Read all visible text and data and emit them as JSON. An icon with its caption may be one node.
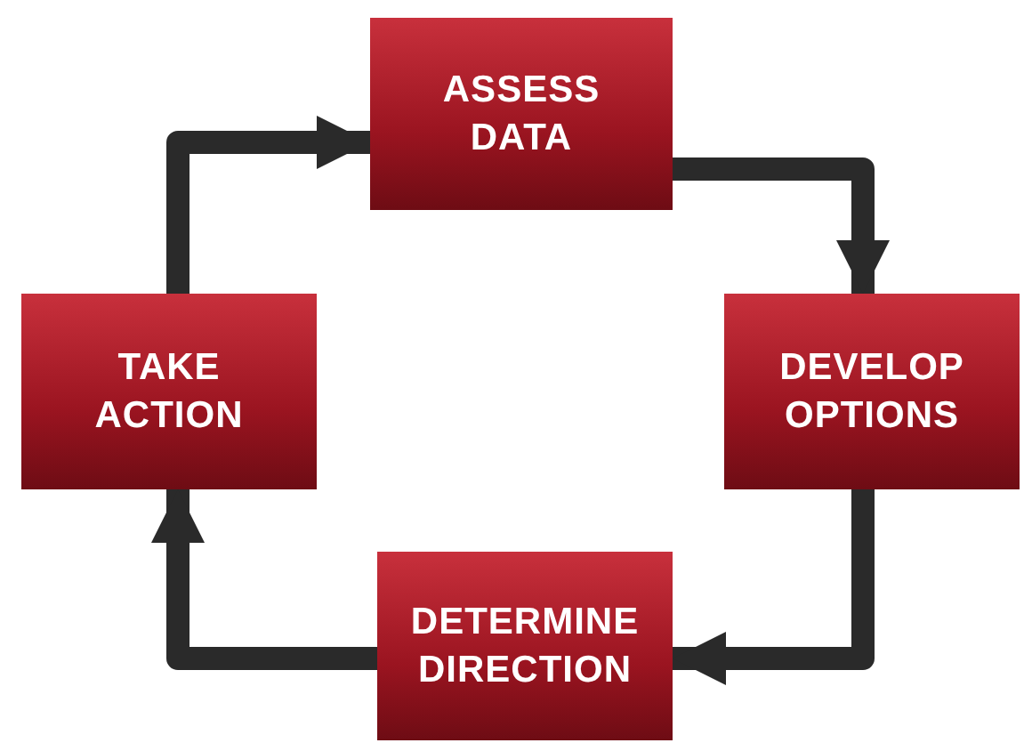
{
  "diagram": {
    "nodes": [
      {
        "text": [
          "ASSESS DATA"
        ]
      },
      {
        "text": [
          "DEVELOP OPTIONS"
        ]
      },
      {
        "text": [
          "DETERMINE DIRECTION"
        ]
      },
      {
        "text": [
          "TAKE ACTION"
        ]
      }
    ],
    "edges": [
      {
        "from": 0,
        "to": 1,
        "arrow": "to"
      },
      {
        "from": 1,
        "to": 2,
        "arrow": "to"
      },
      {
        "from": 2,
        "to": 3,
        "arrow": "to"
      },
      {
        "from": 3,
        "to": 0,
        "arrow": "to"
      }
    ]
  }
}
